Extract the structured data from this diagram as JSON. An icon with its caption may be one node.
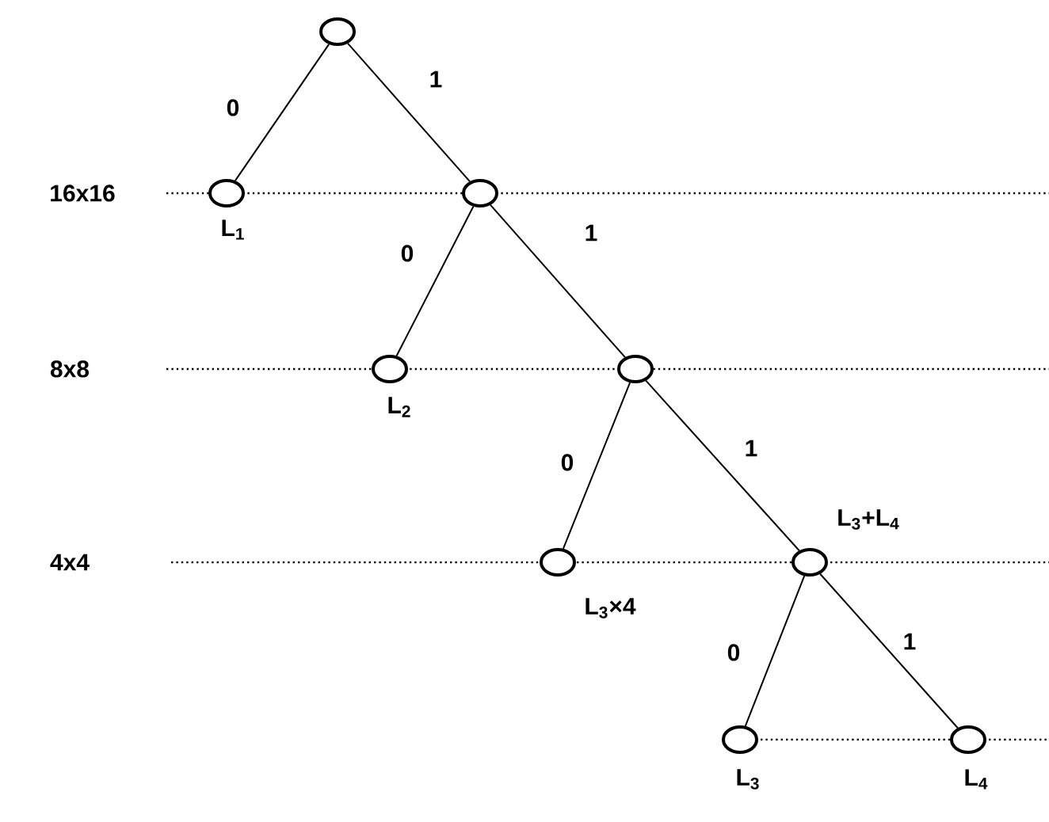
{
  "diagram": {
    "nodes": [
      {
        "text": [],
        "shape": "circle"
      },
      {
        "text": [],
        "shape": "circle",
        "beside": [
          "L$_{1}$"
        ]
      },
      {
        "text": [],
        "shape": "circle"
      },
      {
        "text": [],
        "shape": "circle",
        "beside": [
          "L$_{2}$"
        ]
      },
      {
        "text": [],
        "shape": "circle"
      },
      {
        "text": [],
        "shape": "circle",
        "beside": [
          "L$_{3}$×4"
        ]
      },
      {
        "text": [],
        "shape": "circle",
        "beside": [
          "L$_{3}$+L$_{4}$"
        ]
      },
      {
        "text": [],
        "shape": "circle",
        "beside": [
          "L$_{3}$"
        ]
      },
      {
        "text": [],
        "shape": "circle",
        "beside": [
          "L$_{4}$"
        ]
      }
    ],
    "edges": [
      {
        "from": 0,
        "to": 1,
        "arrow": "none",
        "label": "0"
      },
      {
        "from": 0,
        "to": 2,
        "arrow": "none",
        "label": "1"
      },
      {
        "from": 2,
        "to": 3,
        "arrow": "none",
        "label": "0"
      },
      {
        "from": 2,
        "to": 4,
        "arrow": "none",
        "label": "1"
      },
      {
        "from": 4,
        "to": 5,
        "arrow": "none",
        "label": "0"
      },
      {
        "from": 4,
        "to": 6,
        "arrow": "none",
        "label": "1"
      },
      {
        "from": 6,
        "to": 7,
        "arrow": "none",
        "label": "0"
      },
      {
        "from": 6,
        "to": 8,
        "arrow": "none",
        "label": "1"
      }
    ],
    "labels": [
      "16x16",
      "8x8",
      "4x4"
    ]
  }
}
